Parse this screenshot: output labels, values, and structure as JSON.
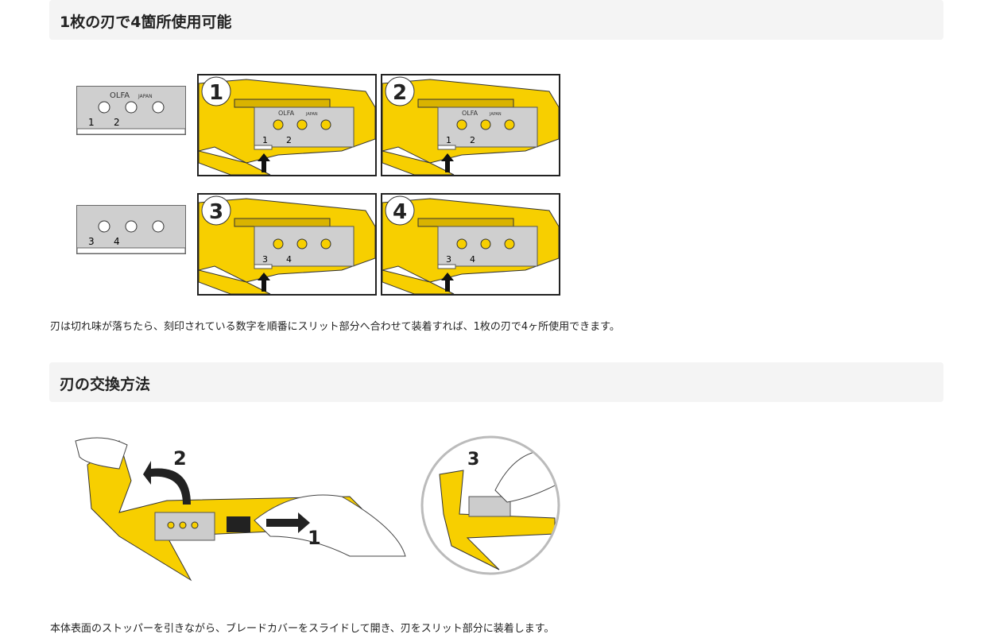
{
  "section1": {
    "title": "1枚の刃で4箇所使用可能",
    "caption": "刃は切れ味が落ちたら、刻印されている数字を順番にスリット部分へ合わせて装着すれば、1枚の刃で4ヶ所使用できます。",
    "blade_brand": "OLFA",
    "blade_origin": "JAPAN",
    "blade_top_numbers": [
      "1",
      "2"
    ],
    "blade_bottom_numbers": [
      "3",
      "4"
    ],
    "steps": [
      "1",
      "2",
      "3",
      "4"
    ]
  },
  "section2": {
    "title": "刃の交換方法",
    "caption": "本体表面のストッパーを引きながら、ブレードカバーをスライドして開き、刃をスリット部分に装着します。",
    "step_labels": [
      "1",
      "2",
      "3"
    ]
  },
  "colors": {
    "yellow": "#f7cf00",
    "blade": "#c8c8c8",
    "header_bg": "#f4f4f4"
  }
}
